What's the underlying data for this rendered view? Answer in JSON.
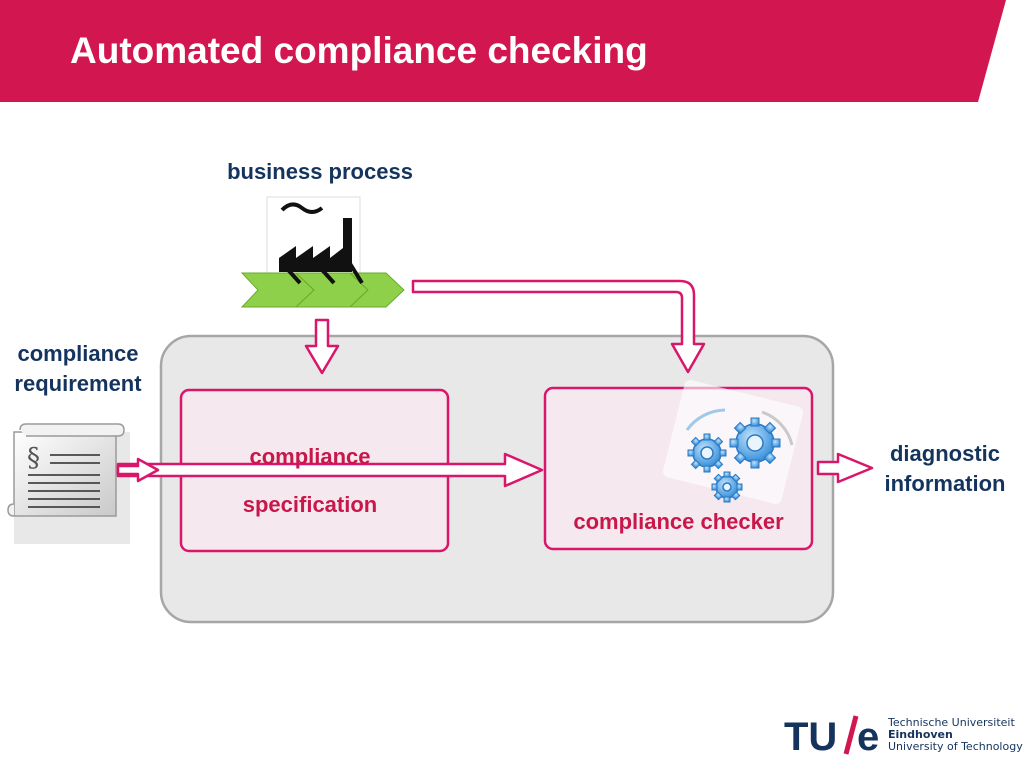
{
  "slide": {
    "title": "Automated compliance checking",
    "accent_color": "#d21650",
    "text_color": "#14345e"
  },
  "diagram": {
    "business_process_label": "business process",
    "compliance_requirement_label": [
      "compliance",
      "requirement"
    ],
    "compliance_specification_label": [
      "compliance",
      "specification"
    ],
    "compliance_checker_label": "compliance checker",
    "diagnostic_information_label": [
      "diagnostic",
      "information"
    ],
    "icons": [
      "factory-icon",
      "process-chevron-icon",
      "legal-document-icon",
      "gears-icon",
      "arrow-icon"
    ]
  },
  "logo": {
    "mark": "TU/e",
    "line1": "Technische Universiteit",
    "line2": "Eindhoven",
    "line3": "University of Technology"
  }
}
